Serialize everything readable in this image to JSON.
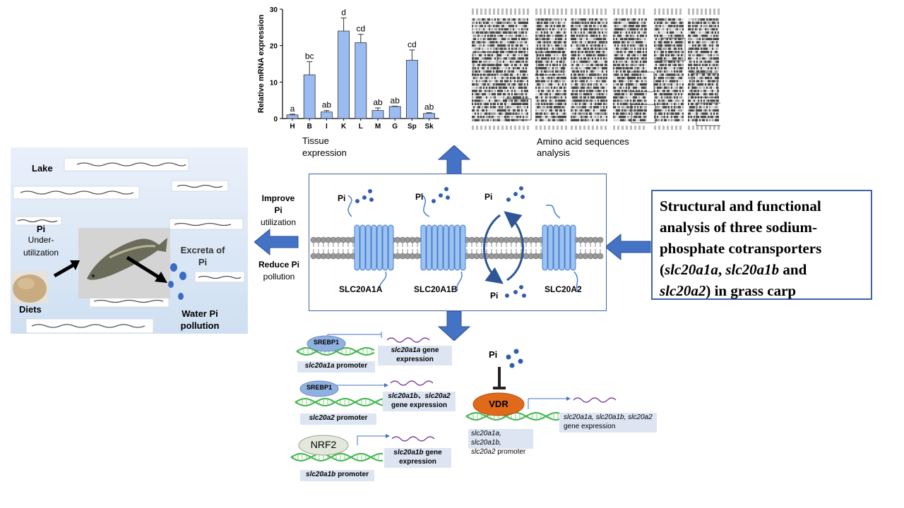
{
  "title": {
    "line1": "Structural and functional",
    "line2": "analysis of three sodium-",
    "line3": "phosphate cotransporters",
    "line4_open": "(",
    "line4_g1": "slc20a1a",
    "line4_sep1": ", ",
    "line4_g2": "slc20a1b",
    "line4_and": " and",
    "line5_g3": "slc20a2",
    "line5_rest": ") in grass carp"
  },
  "chart_data": {
    "type": "bar",
    "categories": [
      "H",
      "B",
      "I",
      "K",
      "L",
      "M",
      "G",
      "Sp",
      "Sk"
    ],
    "values": [
      1,
      12,
      1.8,
      24,
      20.8,
      2.2,
      3.3,
      16,
      1.4
    ],
    "errors": [
      0.2,
      3.6,
      0.4,
      3.6,
      2.3,
      0.7,
      0.1,
      2.8,
      0.2
    ],
    "sig_letters": [
      "a",
      "bc",
      "ab",
      "d",
      "cd",
      "ab",
      "ab",
      "cd",
      "ab"
    ],
    "ylabel": "Relative mRNA expression",
    "yticks": [
      0,
      10,
      20,
      30
    ],
    "ylim": [
      0,
      30
    ],
    "bar_color": "#9bbcf2",
    "caption_line1": "Tissue",
    "caption_line2": "expression"
  },
  "alignment": {
    "caption_line1": "Amino acid   sequences",
    "caption_line2": "analysis"
  },
  "membrane": {
    "pi": "Pi",
    "labels": [
      "SLC20A1A",
      "SLC20A1B",
      "SLC20A2"
    ]
  },
  "left_panel": {
    "lake": "Lake",
    "pi": "Pi",
    "under1": "Under-",
    "under2": "utilization",
    "diets": "Diets",
    "excreta1": "Excreta of",
    "excreta2": "Pi",
    "water1": "Water Pi",
    "water2": "pollution"
  },
  "arrow_labels": {
    "improve1": "Improve",
    "improve2": "Pi",
    "improve3": "utilization",
    "reduce1": "Reduce Pi",
    "reduce2": "pollution"
  },
  "regulation": {
    "srebp1": "SREBP1",
    "nrf2": "NRF2",
    "vdr": "VDR",
    "pi": "Pi",
    "r1_gene": "slc20a1a",
    "r1_gene_suffix": " gene",
    "r1_expr": "expression",
    "r1_prom_gene": "slc20a1a",
    "r1_prom_suffix": " promoter",
    "r2_gene": "slc20a1b、slc20a2",
    "r2_expr": "gene expression",
    "r2_prom_gene": "slc20a2",
    "r2_prom_suffix": " promoter",
    "r3_gene": "slc20a1b",
    "r3_gene_suffix": " gene",
    "r3_expr": "expression",
    "r3_prom_gene": "slc20a1b",
    "r3_prom_suffix": " promoter",
    "vdr_gene": "slc20a1a, slc20a1b, slc20a2",
    "vdr_expr": "gene expression",
    "vdr_prom1": "slc20a1a, slc20a1b,",
    "vdr_prom2_gene": "slc20a2",
    "vdr_prom2_suffix": " promoter"
  },
  "colors": {
    "arrow_blue": "#4472c4",
    "border_blue": "#3f62a6",
    "protein_blue": "#9dc3f0",
    "dna_green": "#3db34a",
    "vdr_orange": "#e06a1a",
    "srebp_blue": "#8fb0e0",
    "nrf2_gray": "#e2e8dc",
    "pi_dot": "#2f5eb0"
  }
}
